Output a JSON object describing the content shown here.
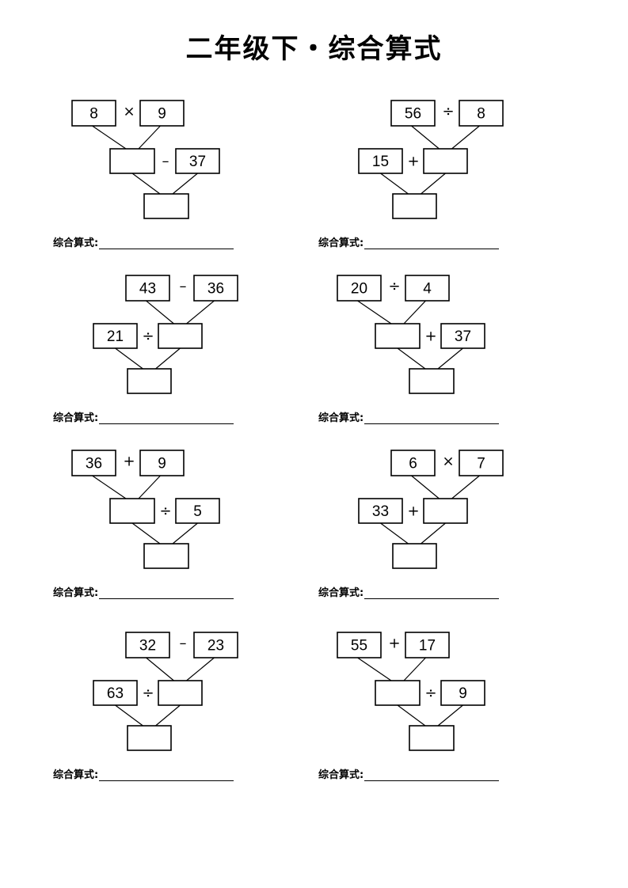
{
  "title": "二年级下・综合算式",
  "answer_label": "综合算式:",
  "problems": [
    {
      "shape": "A",
      "top": [
        "8",
        "9"
      ],
      "top_op": "×",
      "side": "37",
      "side_op": "–"
    },
    {
      "shape": "B",
      "top": [
        "56",
        "8"
      ],
      "top_op": "÷",
      "side": "15",
      "side_op": "+"
    },
    {
      "shape": "B",
      "top": [
        "43",
        "36"
      ],
      "top_op": "–",
      "side": "21",
      "side_op": "÷"
    },
    {
      "shape": "A",
      "top": [
        "20",
        "4"
      ],
      "top_op": "÷",
      "side": "37",
      "side_op": "+"
    },
    {
      "shape": "A",
      "top": [
        "36",
        "9"
      ],
      "top_op": "+",
      "side": "5",
      "side_op": "÷"
    },
    {
      "shape": "B",
      "top": [
        "6",
        "7"
      ],
      "top_op": "×",
      "side": "33",
      "side_op": "+"
    },
    {
      "shape": "B",
      "top": [
        "32",
        "23"
      ],
      "top_op": "–",
      "side": "63",
      "side_op": "÷"
    },
    {
      "shape": "A",
      "top": [
        "55",
        "17"
      ],
      "top_op": "+",
      "side": "9",
      "side_op": "÷"
    }
  ]
}
